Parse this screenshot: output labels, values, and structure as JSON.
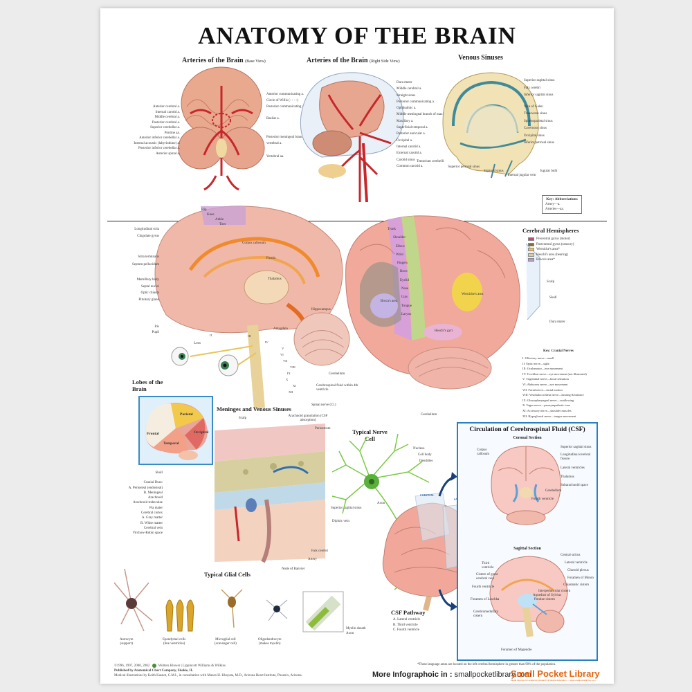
{
  "title": "ANATOMY OF THE BRAIN",
  "arteries_base": {
    "heading": "Arteries of the Brain",
    "view": "(Base View)",
    "labels_left": [
      "Anterior cerebral a.",
      "Internal carotid a.",
      "Middle cerebral a.",
      "Posterior cerebral a.",
      "Superior cerebellar a.",
      "Pontine aa.",
      "Anterior inferior cerebellar a.",
      "Internal acoustic (labyrinthine) a.",
      "Posterior inferior cerebellar a.",
      "Anterior spinal a."
    ],
    "labels_right": [
      "Anterior communicating a.",
      "Circle of Willis (- - - -)",
      "Posterior communicating a.",
      "Basilar a.",
      "Posterior meningeal branch of vertebral a.",
      "Vertebral aa."
    ]
  },
  "arteries_side": {
    "heading": "Arteries of the Brain",
    "view": "(Right Side View)",
    "labels": [
      "Dura mater",
      "Middle cerebral a.",
      "Straight sinus",
      "Posterior communicating a.",
      "Ophthalmic a.",
      "Middle meningeal branch of maxillary a.",
      "Maxillary a.",
      "Superficial temporal a.",
      "Posterior auricular a.",
      "Occipital a.",
      "Internal carotid a.",
      "External carotid a.",
      "Carotid sinus",
      "Common carotid a."
    ]
  },
  "venous": {
    "heading": "Venous Sinuses",
    "labels_right": [
      "Superior sagittal sinus",
      "Falx cerebri",
      "Inferior sagittal sinus",
      "Vein of Galen",
      "Transverse sinus",
      "Sphenoparietal sinus",
      "Cavernous sinus",
      "Occipital sinus",
      "Inferior petrosal sinus"
    ],
    "labels_bottom": [
      "Tentorium cerebelli",
      "Superior petrosal sinus",
      "Sigmoid sinus",
      "Internal jugular vein",
      "Jugular bulb"
    ]
  },
  "abbreviations": {
    "heading": "Key: Abbreviations",
    "items": [
      "Artery—a.",
      "Arteries—aa."
    ]
  },
  "midsagittal": {
    "labels_left": [
      "Longitudinal stria",
      "Cingulate gyrus",
      "Stria terminalis",
      "Septum pellucidum",
      "Mamillary body",
      "Septal nuclei",
      "Optic chiasm",
      "Pituitary gland",
      "Iris",
      "Pupil",
      "Lens"
    ],
    "labels_center": [
      "Corpus callosum",
      "Fornix",
      "Thalamus",
      "Hippocampus",
      "Amygdala"
    ],
    "homunculus_top": [
      "Hip",
      "Knee",
      "Ankle",
      "Toes"
    ],
    "labels_bottom": [
      "Cerebellum",
      "Cerebrospinal fluid within 4th ventricle",
      "Spinal nerve (C1)"
    ],
    "cranial_numerals": [
      "II",
      "III",
      "IV",
      "V",
      "VI",
      "VII",
      "VIII",
      "IX",
      "X",
      "XI",
      "XII"
    ]
  },
  "lateral_brain": {
    "homunculus": [
      "Trunk",
      "Shoulder",
      "Elbow",
      "Wrist",
      "Fingers",
      "Brow",
      "Eyelid",
      "Nose",
      "Lips",
      "Tongue",
      "Larynx"
    ],
    "areas": [
      "Broca's area",
      "Wernicke's area",
      "Heschl's gyri"
    ],
    "labels_right": [
      "Scalp",
      "Skull",
      "Dura mater"
    ],
    "label_bottom": "Cerebellum"
  },
  "hemispheres": {
    "heading": "Cerebral Hemispheres",
    "items": [
      {
        "label": "Precentral gyrus (motor)",
        "color": "#c44a6e"
      },
      {
        "label": "Postcentral gyrus (sensory)",
        "color": "#8a6a3c"
      },
      {
        "label": "Wernicke's area*",
        "color": "#e9c15a"
      },
      {
        "label": "Heschl's area (hearing)",
        "color": "#e4c9a0"
      },
      {
        "label": "Broca's area*",
        "color": "#b59ad0"
      }
    ]
  },
  "cranial_nerves": {
    "heading": "Key: Cranial Nerves",
    "items": [
      "I: Olfactory nerve—smell",
      "II: Optic nerve—sight",
      "III: Oculomotor—eye movement",
      "IV: Trochlear nerve—eye movement (not illustrated)",
      "V: Trigeminal nerve—facial sensation",
      "VI: Abducens nerve—eye movement",
      "VII: Facial nerve—facial motion",
      "VIII: Vestibulocochlear nerve—hearing & balance",
      "IX: Glossopharyngeal nerve—swallowing",
      "X: Vagus nerve—parasympathetic tone",
      "XI: Accessory nerve—shoulder muscles",
      "XII: Hypoglossal nerve—tongue movement"
    ]
  },
  "lobes": {
    "heading": "Lobes of the Brain",
    "items": [
      "Frontal",
      "Parietal",
      "Temporal",
      "Occipital"
    ]
  },
  "meninges": {
    "heading": "Meninges and Venous Sinuses",
    "labels_top": [
      "Scalp",
      "Arachnoid granulation (CSF absorption)",
      "Periosteum"
    ],
    "labels_left": [
      "Skull",
      "Cranial Dura:",
      "A. Periosteal (endosteal)",
      "B. Meningeal",
      "Arachnoid",
      "Arachnoid trabeculae",
      "Pia mater",
      "Cerebral cortex",
      "A. Gray matter",
      "B. White matter",
      "Cerebral vein",
      "Virchow-Robin space"
    ],
    "labels_right": [
      "Superior sagittal sinus",
      "Diploic vein",
      "Falx cerebri",
      "Artery"
    ]
  },
  "nerve_cell": {
    "heading": "Typical Nerve Cell",
    "labels": [
      "Nucleus",
      "Cell body",
      "Dendrites",
      "Axon",
      "Node of Ranvier",
      "Myelin sheath",
      "Axon"
    ]
  },
  "glial": {
    "heading": "Typical Glial Cells",
    "cells": [
      {
        "name": "Astrocyte",
        "role": "(support)"
      },
      {
        "name": "Ependymal cells",
        "role": "(line ventricles)"
      },
      {
        "name": "Microglial cell",
        "role": "(scavenger cell)"
      },
      {
        "name": "Oligodendrocyte",
        "role": "(makes myelin)"
      }
    ]
  },
  "csf_pathway": {
    "heading": "CSF Pathway",
    "items": [
      "A. Lateral ventricle",
      "B. Third ventricle",
      "C. Fourth ventricle"
    ],
    "tags": [
      "CORONAL",
      "SAGITTAL"
    ]
  },
  "csf": {
    "heading": "Circulation of Cerebrospinal Fluid (CSF)",
    "coronal_heading": "Coronal Section",
    "coronal_left": [
      "Corpus callosum"
    ],
    "coronal_right": [
      "Superior sagittal sinus",
      "Longitudinal cerebral fissure",
      "Lateral ventricles",
      "Thalamus",
      "Subarachnoid space",
      "Cerebellum",
      "Fourth ventricle"
    ],
    "sagittal_heading": "Sagittal Section",
    "sagittal_left": [
      "Third ventricle",
      "Cistern of great cerebral vein",
      "Fourth ventricle",
      "Foramen of Luschka",
      "Cerebromedullary cistern"
    ],
    "sagittal_right": [
      "Central sulcus",
      "Lateral ventricle",
      "Choroid plexus",
      "Foramen of Monro",
      "Chiasmatic cistern",
      "Interpeduncular cistern",
      "Aqueduct of Sylvius",
      "Pontine cistern"
    ],
    "sagittal_bottom": "Foramen of Magendie"
  },
  "footnote": "*These language areas are located on the left cerebral hemisphere in greater than 90% of the population.",
  "footer": {
    "copyright": "©1996, 1997, 2000, 2002",
    "publisher_brand": "Wolters Kluwer | Lippincott Williams & Wilkins",
    "published_by": "Published by Anatomical Chart Company, Skokie, IL",
    "credits": "Medical illustrations by Keith Kasnot, C.M.I., in consultation with Mazen H. Khayata, M.D., Arizona Heart Institute, Phoenix, Arizona.",
    "infographic_prefix": "More Infographoic in :",
    "infographic_site": "smallpocketlibrary.com",
    "brand": "Small Pocket Library",
    "brand_sub": "Media Services for Academic Research & Medical Education — www.smallpocketlibrary.com"
  }
}
